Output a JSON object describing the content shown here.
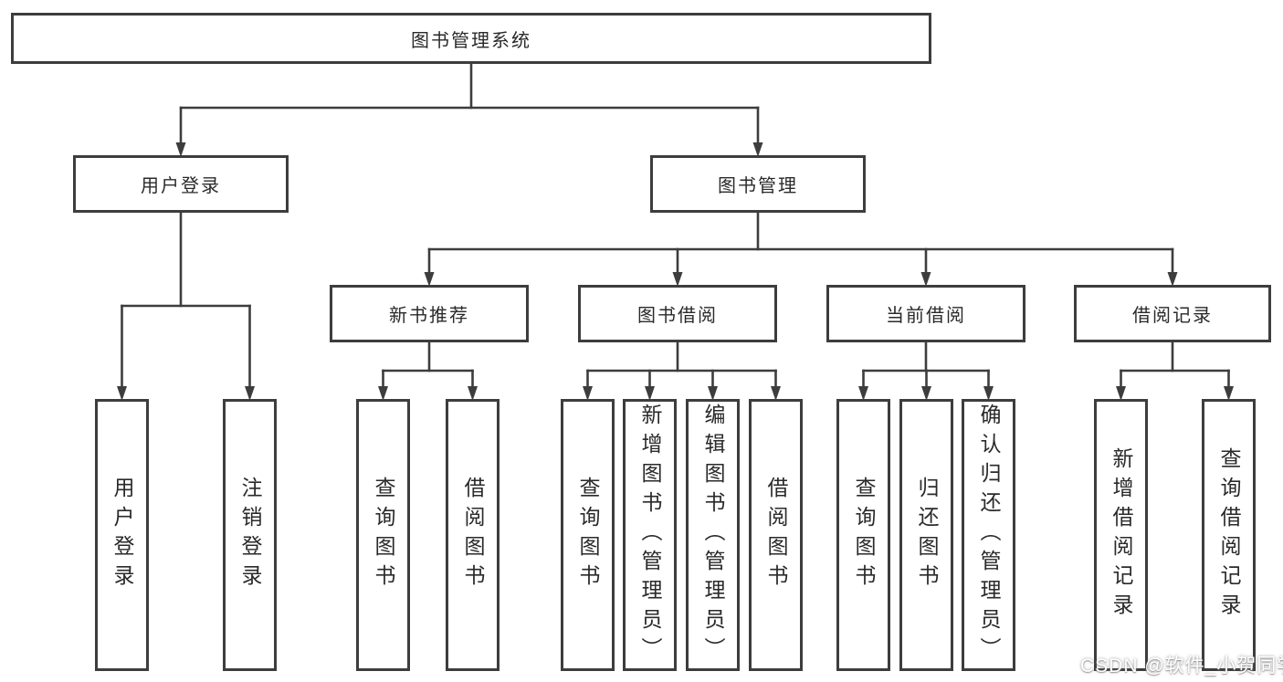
{
  "title": "图书管理系统",
  "watermark": "CSDN @软件_小贺同学",
  "colors": {
    "line": "#3d3d3d",
    "box_border": "#3d3d3d",
    "text": "#2a2a2a",
    "background": "#ffffff",
    "watermark_text": "#ffffff"
  },
  "tree": {
    "id": "library-system",
    "label": "图书管理系统",
    "children": [
      {
        "id": "user-login",
        "label": "用户登录",
        "children": [
          {
            "id": "user-login-leaf",
            "label": "用户登录"
          },
          {
            "id": "logout-leaf",
            "label": "注销登录"
          }
        ]
      },
      {
        "id": "book-management",
        "label": "图书管理",
        "children": [
          {
            "id": "new-book-recommend",
            "label": "新书推荐",
            "children": [
              {
                "id": "query-books-1",
                "label": "查询图书"
              },
              {
                "id": "borrow-books-1",
                "label": "借阅图书"
              }
            ]
          },
          {
            "id": "book-borrowing",
            "label": "图书借阅",
            "children": [
              {
                "id": "query-books-2",
                "label": "查询图书"
              },
              {
                "id": "add-books-admin",
                "label": "新增图书（管理员）"
              },
              {
                "id": "edit-books-admin",
                "label": "编辑图书（管理员）"
              },
              {
                "id": "borrow-books-2",
                "label": "借阅图书"
              }
            ]
          },
          {
            "id": "current-borrowing",
            "label": "当前借阅",
            "children": [
              {
                "id": "query-books-3",
                "label": "查询图书"
              },
              {
                "id": "return-books",
                "label": "归还图书"
              },
              {
                "id": "confirm-return-admin",
                "label": "确认归还（管理员）"
              }
            ]
          },
          {
            "id": "borrow-records",
            "label": "借阅记录",
            "children": [
              {
                "id": "add-borrow-record",
                "label": "新增借阅记录"
              },
              {
                "id": "query-borrow-record",
                "label": "查询借阅记录"
              }
            ]
          }
        ]
      }
    ]
  }
}
